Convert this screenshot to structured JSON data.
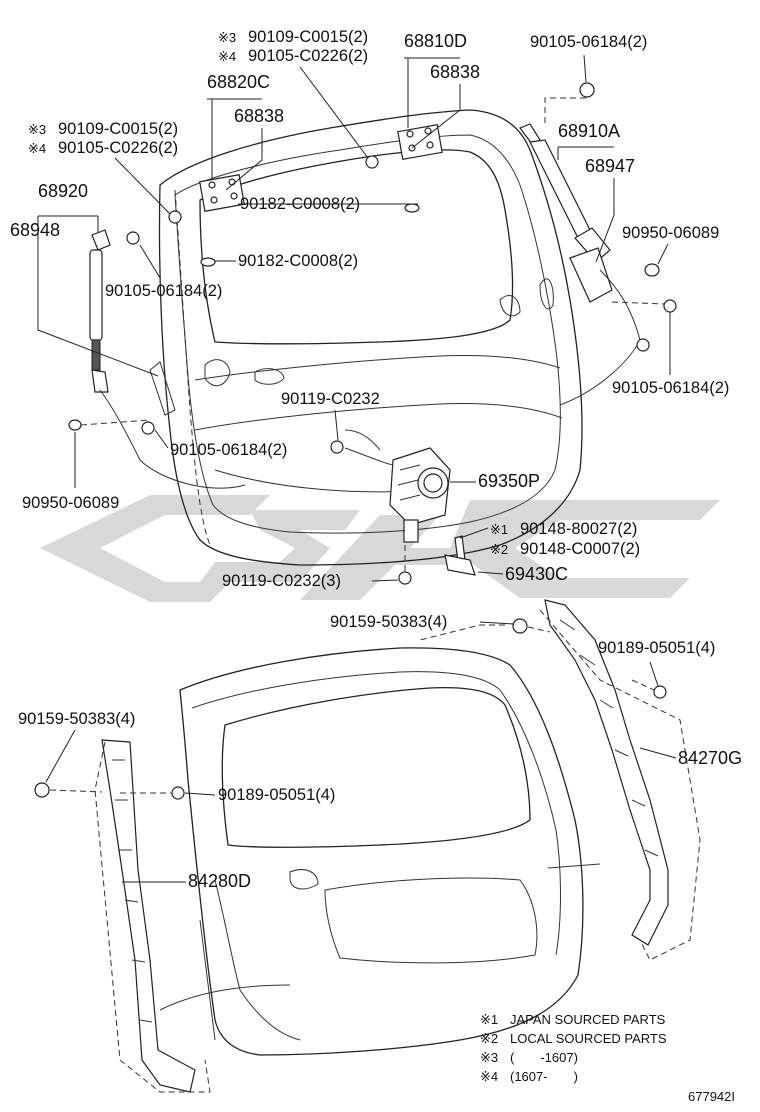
{
  "upper": {
    "p_68810D": "68810D",
    "p_68838_r": "68838",
    "p_68820C": "68820C",
    "p_68838_l": "68838",
    "p_90109_top_note": "※3",
    "p_90109_top": "90109-C0015(2)",
    "p_90105_top_note": "※4",
    "p_90105_top": "90105-C0226(2)",
    "p_90109_left_note": "※3",
    "p_90109_left": "90109-C0015(2)",
    "p_90105_left_note": "※4",
    "p_90105_left": "90105-C0226(2)",
    "p_90105_06184_tr": "90105-06184(2)",
    "p_68910A": "68910A",
    "p_68947": "68947",
    "p_90182_a": "90182-C0008(2)",
    "p_90182_b": "90182-C0008(2)",
    "p_90950_r": "90950-06089",
    "p_68920": "68920",
    "p_68948": "68948",
    "p_90105_06184_l": "90105-06184(2)",
    "p_90105_06184_r": "90105-06184(2)",
    "p_90119": "90119-C0232",
    "p_90105_06184_c": "90105-06184(2)",
    "p_69350P": "69350P",
    "p_90950_l": "90950-06089",
    "p_90148_a_note": "※1",
    "p_90148_a": "90148-80027(2)",
    "p_90148_b_note": "※2",
    "p_90148_b": "90148-C0007(2)",
    "p_90119_3": "90119-C0232(3)",
    "p_69430C": "69430C"
  },
  "lower": {
    "p_90159_top": "90159-50383(4)",
    "p_90189_r": "90189-05051(4)",
    "p_90159_left": "90159-50383(4)",
    "p_84270G": "84270G",
    "p_90189_l": "90189-05051(4)",
    "p_84280D": "84280D"
  },
  "legend": [
    {
      "mark": "※1",
      "text": "JAPAN SOURCED PARTS"
    },
    {
      "mark": "※2",
      "text": "LOCAL SOURCED PARTS"
    },
    {
      "mark": "※3",
      "text": "(　　-1607)"
    },
    {
      "mark": "※4",
      "text": "(1607-　　)"
    }
  ],
  "diagram_id": "677942I",
  "colors": {
    "line": "#222222",
    "watermark": "#cfcfcf"
  }
}
